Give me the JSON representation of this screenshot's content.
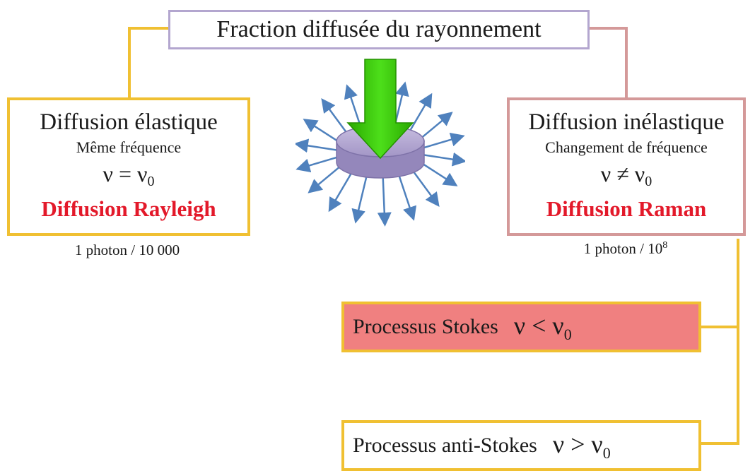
{
  "top": {
    "title": "Fraction diffusée du rayonnement"
  },
  "left": {
    "title": "Diffusion élastique",
    "subtitle": "Même fréquence",
    "eq_sym": "ν = ν",
    "eq_sub": "0",
    "name": "Diffusion Rayleigh",
    "count": "1 photon / 10 000"
  },
  "right": {
    "title": "Diffusion inélastique",
    "subtitle": "Changement de fréquence",
    "eq_sym": "ν ≠ ν",
    "eq_sub": "0",
    "name": "Diffusion Raman",
    "count_base": "1 photon / 10",
    "count_exp": "8"
  },
  "processes": [
    {
      "label": "Processus Stokes",
      "eq_sym": "ν < ν",
      "eq_sub": "0",
      "color": "#f08080"
    },
    {
      "label": "Processus anti-Stokes",
      "eq_sym": "ν > ν",
      "eq_sub": "0",
      "color": "#ffffff"
    }
  ],
  "colors": {
    "left_border": "#f0c032",
    "right_border": "#d49999",
    "title_border": "#b3a6cf",
    "accent_red": "#e3192a",
    "incident_arrow": "#33cc00",
    "scatter_arrows": "#4f81bd",
    "sample": "#a89cc8"
  },
  "icons": {
    "incident": "green-down-arrow-icon",
    "sample": "sample-disc-icon",
    "scattered": "scattered-light-arrows-icon"
  }
}
